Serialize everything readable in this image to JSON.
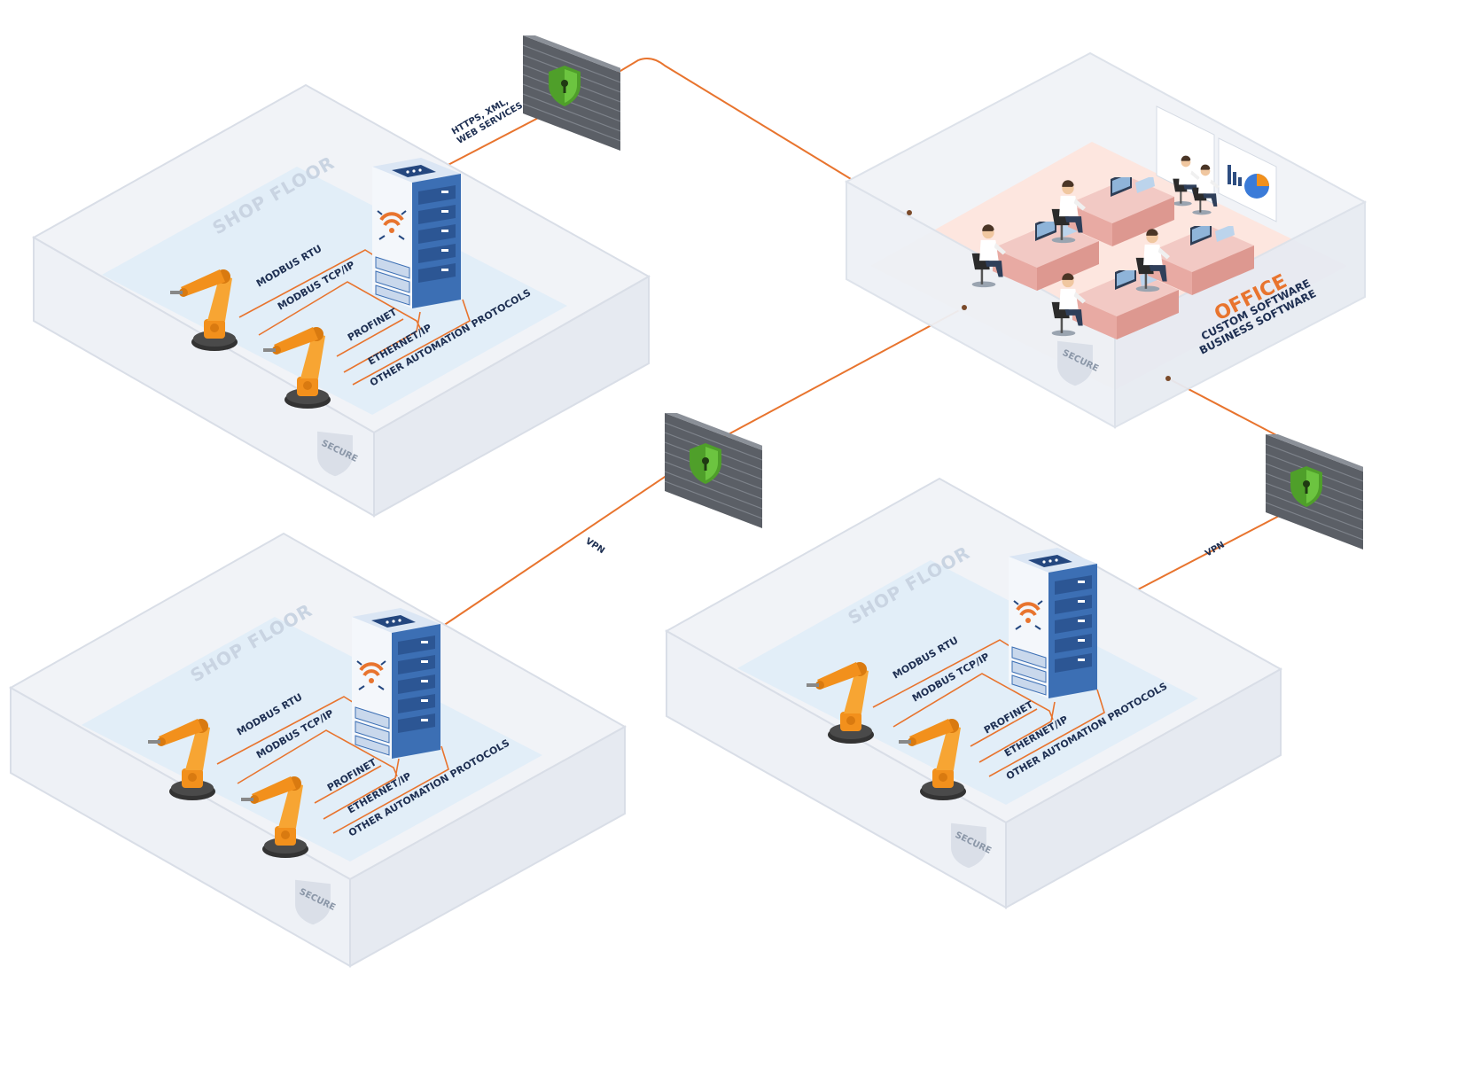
{
  "shop_floor": {
    "title": "SHOP FLOOR",
    "secure": "SECURE",
    "protocols": [
      "MODBUS RTU",
      "MODBUS TCP/IP",
      "PROFINET",
      "ETHERNET/IP",
      "OTHER AUTOMATION PROTOCOLS"
    ]
  },
  "office": {
    "title": "OFFICE",
    "lines": [
      "CUSTOM SOFTWARE",
      "BUSINESS SOFTWARE"
    ],
    "secure": "SECURE"
  },
  "links": {
    "top": "HTTPS, XML, WEB SERVICES",
    "vpn_left": "VPN",
    "vpn_right": "VPN"
  },
  "colors": {
    "link": "#e8742e",
    "server": "#3c6fb4",
    "robot": "#f2901c",
    "wall": "#5b5f66",
    "shield": "#5fb336"
  }
}
